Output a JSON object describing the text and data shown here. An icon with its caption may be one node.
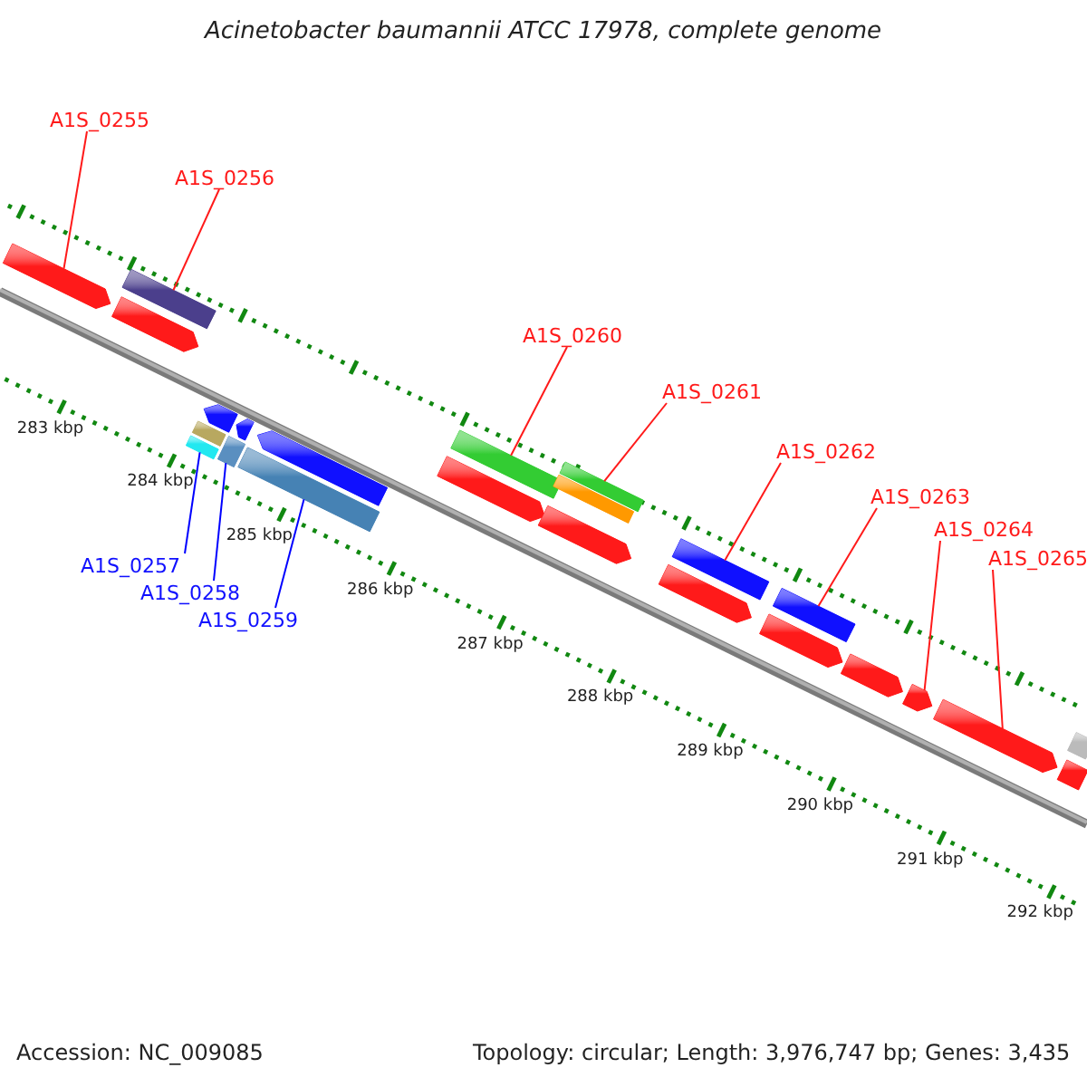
{
  "diagram": {
    "title": "Acinetobacter baumannii ATCC 17978, complete genome",
    "nodes": [
      {
        "text": [
          "A1S_0255"
        ]
      },
      {
        "text": [
          "A1S_0256"
        ]
      },
      {
        "text": [
          "A1S_0257"
        ]
      },
      {
        "text": [
          "A1S_0258"
        ]
      },
      {
        "text": [
          "A1S_0259"
        ]
      },
      {
        "text": [
          "A1S_0260"
        ]
      },
      {
        "text": [
          "A1S_0261"
        ]
      },
      {
        "text": [
          "A1S_0262"
        ]
      },
      {
        "text": [
          "A1S_0263"
        ]
      },
      {
        "text": [
          "A1S_0264"
        ]
      },
      {
        "text": [
          "A1S_0265"
        ]
      },
      {
        "text": [],
        "shape": "arrow"
      },
      {
        "text": [],
        "shape": "bar"
      },
      {
        "text": [],
        "shape": "arrow"
      },
      {
        "text": [],
        "shape": "arrow"
      },
      {
        "text": [],
        "shape": "bar"
      },
      {
        "text": [],
        "shape": "bar"
      },
      {
        "text": [],
        "shape": "bar"
      },
      {
        "text": [],
        "shape": "arrow"
      },
      {
        "text": [],
        "shape": "bar"
      },
      {
        "text": [],
        "shape": "arrow"
      },
      {
        "text": [],
        "shape": "bar"
      },
      {
        "text": [],
        "shape": "arrow"
      },
      {
        "text": [],
        "shape": "bar"
      },
      {
        "text": [],
        "shape": "bar"
      },
      {
        "text": [],
        "shape": "arrow"
      },
      {
        "text": [],
        "shape": "bar"
      },
      {
        "text": [],
        "shape": "arrow"
      },
      {
        "text": [],
        "shape": "bar"
      },
      {
        "text": [],
        "shape": "arrow"
      },
      {
        "text": [],
        "shape": "arrow"
      },
      {
        "text": [],
        "shape": "arrow"
      },
      {
        "text": [],
        "shape": "arrow"
      },
      {
        "text": [],
        "shape": "bar"
      },
      {
        "text": [],
        "shape": "bar"
      }
    ],
    "edges": [
      {
        "from": 0,
        "to": 11,
        "arrow": "none"
      },
      {
        "from": 1,
        "to": 12,
        "arrow": "none"
      },
      {
        "from": 2,
        "to": 16,
        "arrow": "none",
        "color": "#0000ff"
      },
      {
        "from": 3,
        "to": 17,
        "arrow": "none",
        "color": "#0000ff"
      },
      {
        "from": 4,
        "to": 19,
        "arrow": "none",
        "color": "#0000ff"
      },
      {
        "from": 5,
        "to": 21,
        "arrow": "none"
      },
      {
        "from": 6,
        "to": 23,
        "arrow": "none"
      },
      {
        "from": 7,
        "to": 26,
        "arrow": "none"
      },
      {
        "from": 8,
        "to": 28,
        "arrow": "none"
      },
      {
        "from": 9,
        "to": 31,
        "arrow": "none"
      },
      {
        "from": 10,
        "to": 32,
        "arrow": "none"
      }
    ],
    "labels": [
      "283 kbp",
      "284 kbp",
      "285 kbp",
      "286 kbp",
      "287 kbp",
      "288 kbp",
      "289 kbp",
      "290 kbp",
      "291 kbp",
      "292 kbp",
      "Accession: NC_009085",
      "Topology: circular; Length: 3,976,747 bp; Genes: 3,435"
    ]
  }
}
